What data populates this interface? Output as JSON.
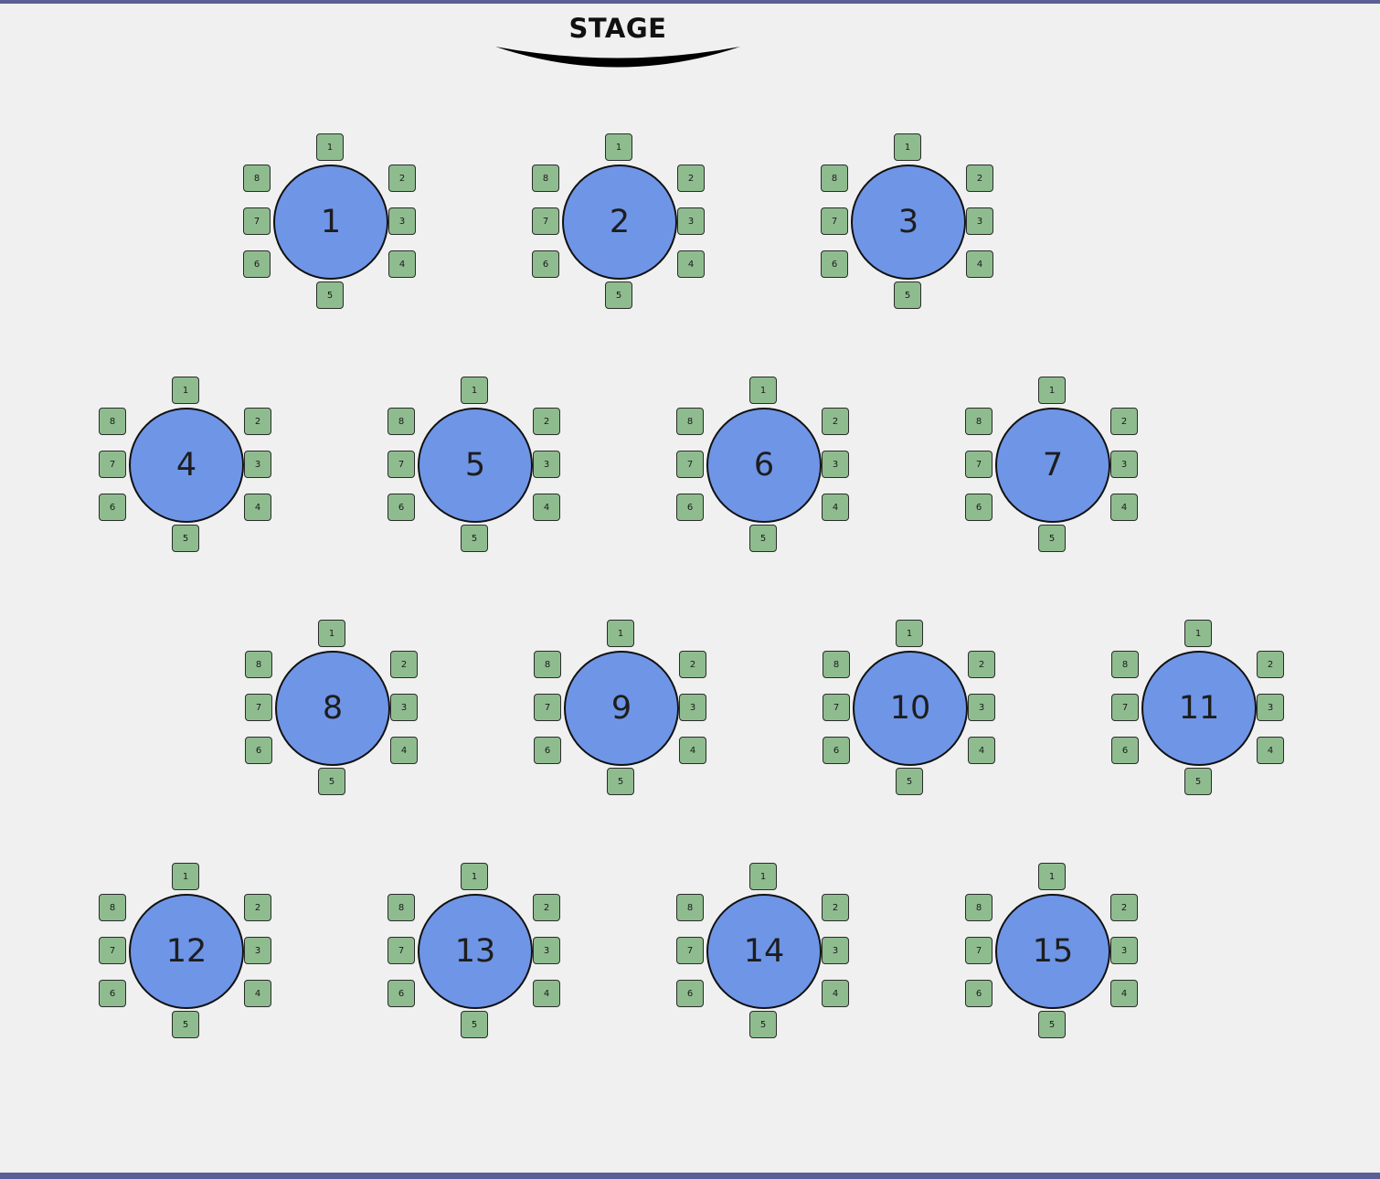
{
  "stage": {
    "label": "STAGE"
  },
  "colors": {
    "table_fill": "#6f95e6",
    "seat_fill": "#8fbc8f",
    "outline": "#111111",
    "background": "#f0f0f0",
    "edge_bar": "#5a5f95"
  },
  "seat_labels": [
    "1",
    "2",
    "3",
    "4",
    "5",
    "6",
    "7",
    "8"
  ],
  "tables": [
    {
      "number": "1"
    },
    {
      "number": "2"
    },
    {
      "number": "3"
    },
    {
      "number": "4"
    },
    {
      "number": "5"
    },
    {
      "number": "6"
    },
    {
      "number": "7"
    },
    {
      "number": "8"
    },
    {
      "number": "9"
    },
    {
      "number": "10"
    },
    {
      "number": "11"
    },
    {
      "number": "12"
    },
    {
      "number": "13"
    },
    {
      "number": "14"
    },
    {
      "number": "15"
    }
  ]
}
